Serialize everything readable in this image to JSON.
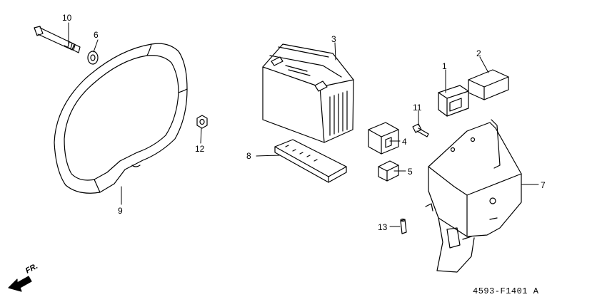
{
  "diagram_code": "4593-F1401 A",
  "front_indicator": "FR.",
  "parts": [
    {
      "ref": "1"
    },
    {
      "ref": "2"
    },
    {
      "ref": "3"
    },
    {
      "ref": "4"
    },
    {
      "ref": "5"
    },
    {
      "ref": "6"
    },
    {
      "ref": "7"
    },
    {
      "ref": "8"
    },
    {
      "ref": "9"
    },
    {
      "ref": "10"
    },
    {
      "ref": "11"
    },
    {
      "ref": "12"
    },
    {
      "ref": "13"
    }
  ]
}
